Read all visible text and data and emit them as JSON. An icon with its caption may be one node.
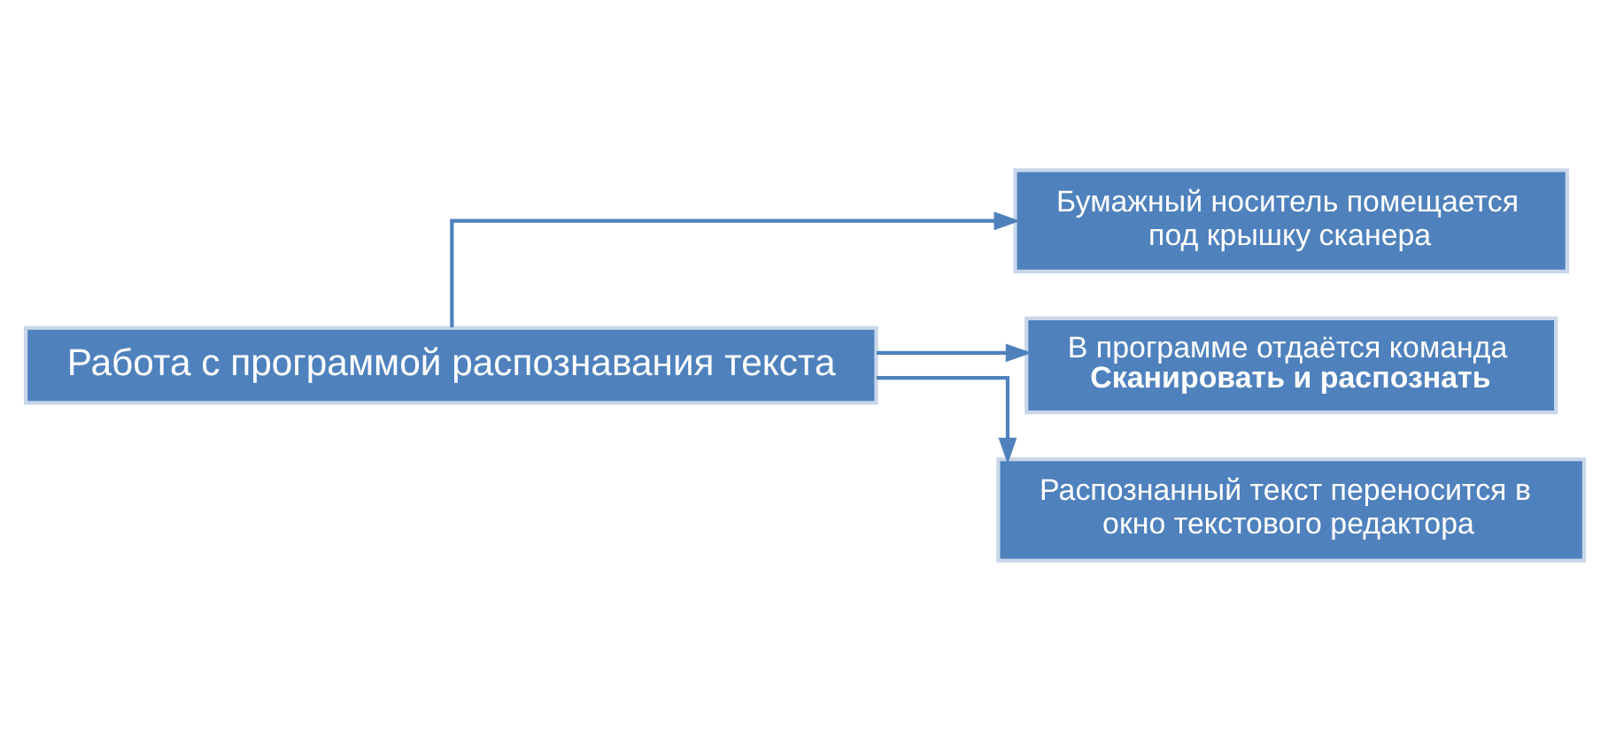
{
  "diagram": {
    "nodes": [
      {
        "text": [
          "Работа с программой распознавания текста"
        ]
      },
      {
        "text": [
          "Бумажный носитель помещается под крышку сканера"
        ]
      },
      {
        "text": [
          "В программе отдаётся команда **Сканировать и распознать**"
        ]
      },
      {
        "text": [
          "Распознанный текст переносится в окно текстового редактора"
        ]
      }
    ],
    "edges": [
      {
        "from": 0,
        "to": 1,
        "arrow": "to"
      },
      {
        "from": 0,
        "to": 2,
        "arrow": "to"
      },
      {
        "from": 0,
        "to": 3,
        "arrow": "to"
      }
    ]
  }
}
